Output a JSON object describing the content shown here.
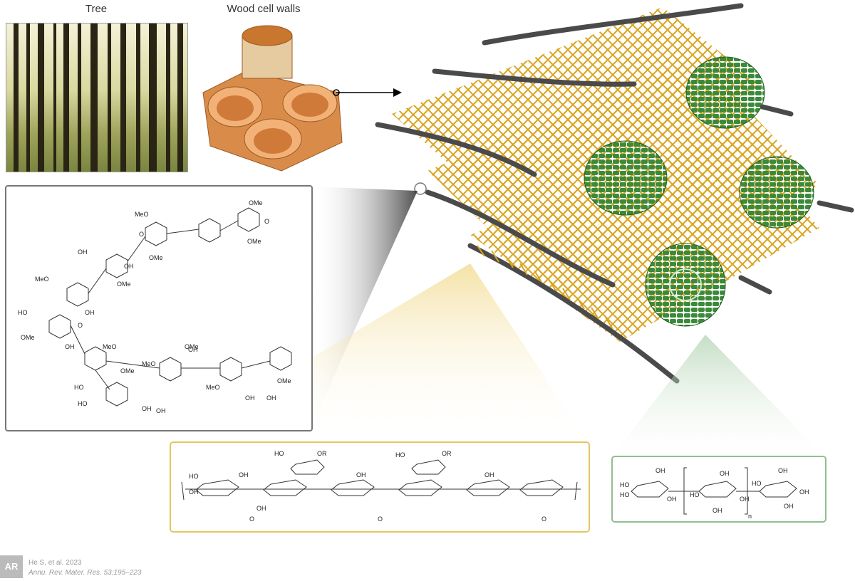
{
  "labels": {
    "tree": "Tree",
    "cell_walls": "Wood cell walls"
  },
  "citation": {
    "logo": "AR",
    "line1": "He S, et al. 2023",
    "line2": "Annu. Rev. Mater. Res. 53:195–223"
  },
  "lignin_groups": [
    "OMe",
    "O",
    "OMe",
    "MeO",
    "O",
    "OH",
    "OMe",
    "OH",
    "MeO",
    "OMe",
    "HO",
    "OH",
    "OMe",
    "OH",
    "MeO",
    "O",
    "OMe",
    "MeO",
    "OMe",
    "HO",
    "OH",
    "HO",
    "MeO",
    "OH",
    "OH",
    "OH",
    "OH",
    "OMe"
  ],
  "hemicellulose_groups": [
    "HO",
    "OR",
    "HO",
    "OR",
    "HO",
    "OH",
    "OH",
    "OH",
    "OH",
    "OH",
    "O",
    "O",
    "O"
  ],
  "cellulose_groups": [
    "OH",
    "HO",
    "HO",
    "OH",
    "OH",
    "OH",
    "OH",
    "HO",
    "HO",
    "OH",
    "OH",
    "OH",
    "n"
  ],
  "colors": {
    "lignin_border": "#777777",
    "hemicellulose_border": "#e3c760",
    "cellulose_border": "#8fbf8f",
    "fibril_green": "#2e7d32",
    "hemi_yellow": "#d9a520",
    "lignin_gray": "#4a4a4a"
  }
}
